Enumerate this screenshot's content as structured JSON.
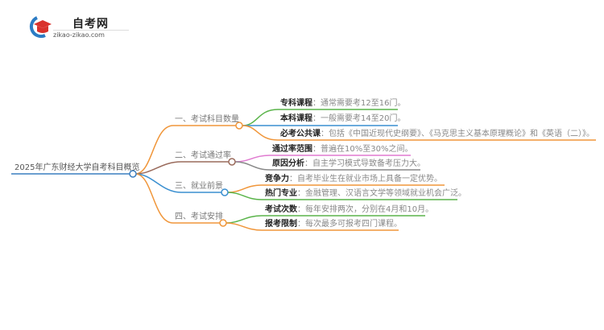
{
  "logo": {
    "title": "自考网",
    "url": "zikao-zikao.com",
    "icon": "graduation-cap-icon"
  },
  "mindmap": {
    "root": "2025年广东财经大学自考科目概览",
    "colors": {
      "root_line": "#3a7fc1",
      "orange": "#f0963a",
      "brown": "#9a6b5c",
      "blue": "#3a8fd0",
      "green": "#5ab44a",
      "pink": "#e07ad0",
      "gray": "#888888"
    },
    "branches": [
      {
        "label": "一、考试科目数量",
        "leaves": [
          {
            "key": "专科课程",
            "sep": "：",
            "value": "通常需要考12至16门。"
          },
          {
            "key": "本科课程",
            "sep": "：",
            "value": "一般需要考14至20门。"
          },
          {
            "key": "必考公共课",
            "sep": "：",
            "value": "包括《中国近现代史纲要》、《马克思主义基本原理概论》和《英语（二）》。"
          }
        ]
      },
      {
        "label": "二、考试通过率",
        "leaves": [
          {
            "key": "通过率范围",
            "sep": "：",
            "value": "普遍在10%至30%之间。"
          },
          {
            "key": "原因分析",
            "sep": "：",
            "value": "自主学习模式导致备考压力大。"
          }
        ]
      },
      {
        "label": "三、就业前景",
        "leaves": [
          {
            "key": "竞争力",
            "sep": "：",
            "value": "自考毕业生在就业市场上具备一定优势。"
          },
          {
            "key": "热门专业",
            "sep": "：",
            "value": "金融管理、汉语言文学等领域就业机会广泛。"
          }
        ]
      },
      {
        "label": "四、考试安排",
        "leaves": [
          {
            "key": "考试次数",
            "sep": "：",
            "value": "每年安排两次，分别在4月和10月。"
          },
          {
            "key": "报考限制",
            "sep": "：",
            "value": "每次最多可报考四门课程。"
          }
        ]
      }
    ]
  }
}
